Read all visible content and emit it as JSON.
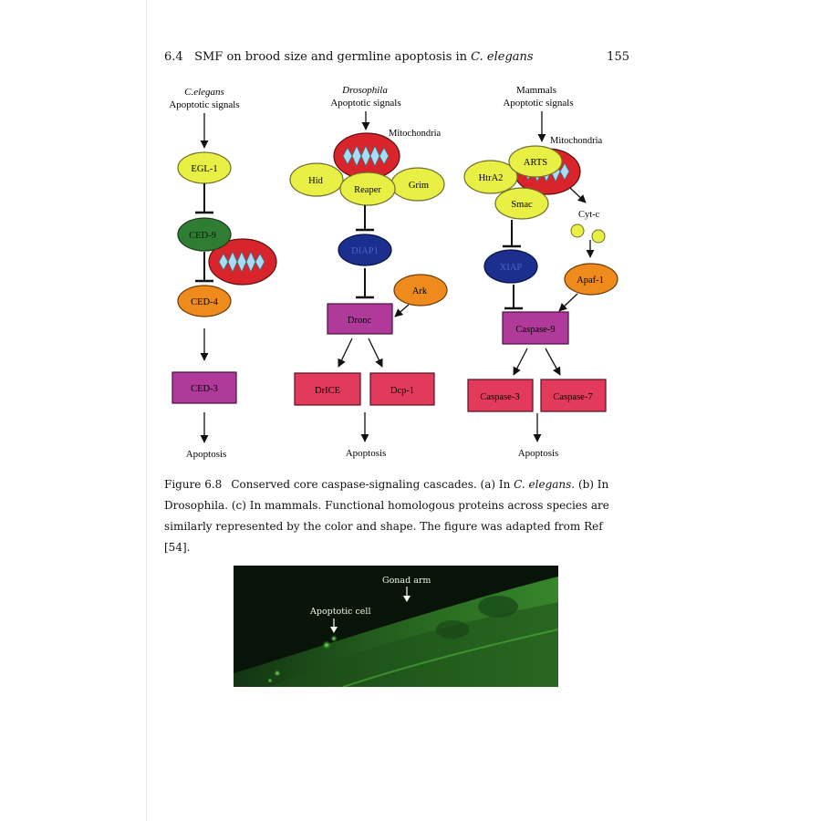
{
  "header": {
    "section": "6.4",
    "title_before": "SMF on brood size and germline apoptosis in ",
    "title_species": "C. elegans",
    "page_number": "155"
  },
  "diagram": {
    "celegans": {
      "species": "C.elegans",
      "signals": "Apoptotic signals",
      "egl1": "EGL-1",
      "ced9": "CED-9",
      "ced4": "CED-4",
      "ced3": "CED-3",
      "apoptosis": "Apoptosis"
    },
    "drosophila": {
      "species": "Drosophila",
      "signals": "Apoptotic signals",
      "mitochondria": "Mitochondria",
      "hid": "Hid",
      "reaper": "Reaper",
      "grim": "Grim",
      "diap1": "DIAP1",
      "ark": "Ark",
      "dronc": "Dronc",
      "drice": "DrICE",
      "dcp1": "Dcp-1",
      "apoptosis": "Apoptosis"
    },
    "mammals": {
      "species": "Mammals",
      "signals": "Apoptotic signals",
      "mitochondria": "Mitochondria",
      "htra2": "HtrA2",
      "arts": "ARTS",
      "smac": "Smac",
      "cytc": "Cyt-c",
      "xiap": "XIAP",
      "apaf1": "Apaf-1",
      "caspase9": "Caspase-9",
      "caspase3": "Caspase-3",
      "caspase7": "Caspase-7",
      "apoptosis": "Apoptosis"
    },
    "colors": {
      "yellow": "#e8ef45",
      "green": "#2e7d32",
      "orange": "#ef8a1d",
      "purple": "#b03a9a",
      "pink": "#e23a5a",
      "blue": "#1c2f8f",
      "mito_red": "#d8242a",
      "mito_blue": "#a8dcf2"
    }
  },
  "caption": {
    "label": "Figure 6.8",
    "t1": "Conserved core caspase-signaling cascades. (a) In ",
    "t1_species": "C. elegans.",
    "t2": " (b) In Drosophila. (c) In mammals. Functional homologous proteins across species are similarly represented by the color and shape. The figure was adapted from Ref [54]."
  },
  "micrograph": {
    "gonad_arm": "Gonad arm",
    "apoptotic_cell": "Apoptotic cell"
  }
}
